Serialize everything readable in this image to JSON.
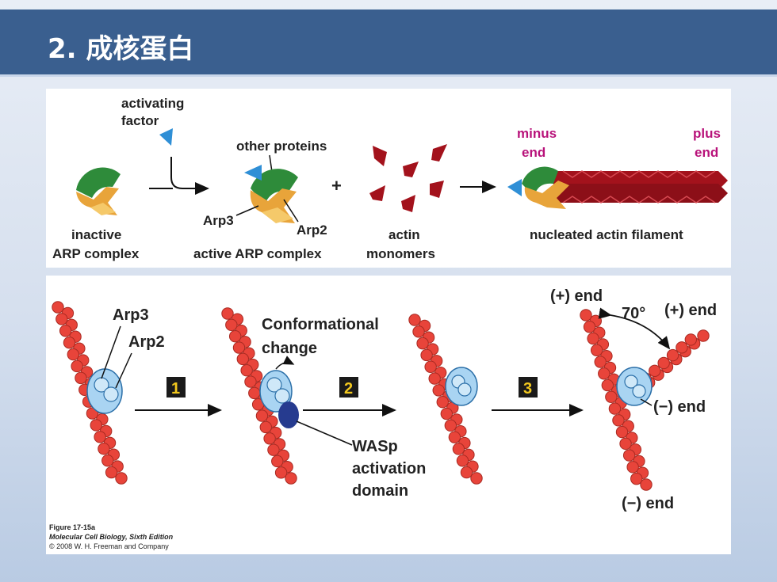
{
  "slide": {
    "title": "2. 成核蛋白"
  },
  "top_panel": {
    "activating_factor": [
      "activating",
      "factor"
    ],
    "inactive_label": [
      "inactive",
      "ARP complex"
    ],
    "other_proteins": "other proteins",
    "arp3": "Arp3",
    "arp2": "Arp2",
    "active_label": "active ARP complex",
    "plus_sign": "+",
    "actin_label": [
      "actin",
      "monomers"
    ],
    "minus_end": [
      "minus",
      "end"
    ],
    "plus_end": [
      "plus",
      "end"
    ],
    "filament_label": "nucleated actin filament",
    "colors": {
      "arp_green": "#2e8b3a",
      "arp_orange": "#e8a43a",
      "activator_blue": "#2f8fd6",
      "actin_red": "#a3121c",
      "minus_plus_magenta": "#b8127a"
    }
  },
  "bottom_panel": {
    "arp3": "Arp3",
    "arp2": "Arp2",
    "step1": "1",
    "step2": "2",
    "step3": "3",
    "conformational": [
      "Conformational",
      "change"
    ],
    "wasp": [
      "WASp",
      "activation",
      "domain"
    ],
    "plus_end_top": "(+) end",
    "angle": "70°",
    "plus_end_branch": "(+) end",
    "minus_end_branch": "(−) end",
    "minus_end_bottom": "(−) end",
    "colors": {
      "actin_bead": "#e8443a",
      "arp_light_blue": "#a9d4f2",
      "wasp_navy": "#263b8f",
      "step_box": "#1a1a1a",
      "step_num": "#f2c81e"
    }
  },
  "caption": {
    "line1": "Figure 17-15a",
    "line2": "Molecular Cell Biology, Sixth Edition",
    "line3": "© 2008 W. H. Freeman and Company"
  }
}
